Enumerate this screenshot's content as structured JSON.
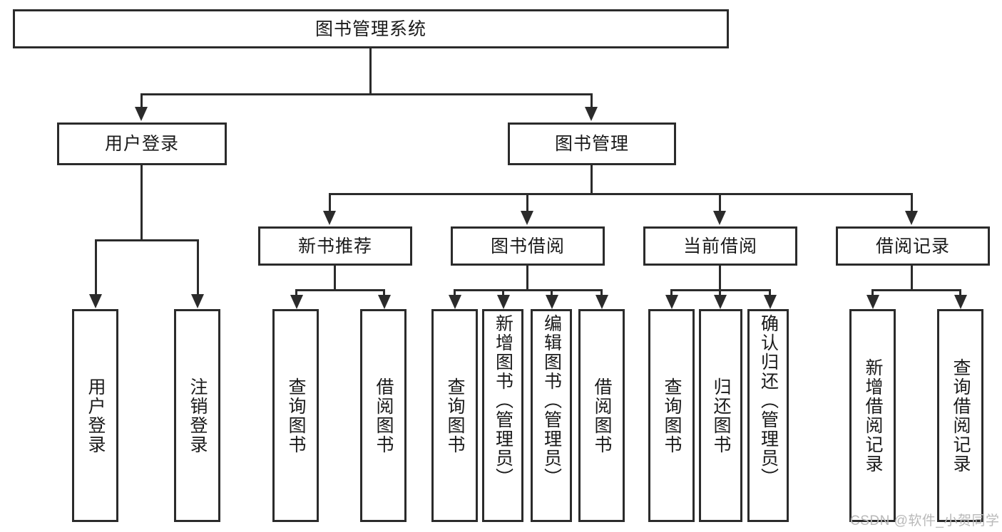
{
  "diagram": {
    "title": "图书管理系统",
    "type": "tree-hierarchy-chart",
    "root": {
      "label": "图书管理系统"
    },
    "level2": [
      {
        "label": "用户登录"
      },
      {
        "label": "图书管理"
      }
    ],
    "level3": [
      {
        "label": "新书推荐"
      },
      {
        "label": "图书借阅"
      },
      {
        "label": "当前借阅"
      },
      {
        "label": "借阅记录"
      }
    ],
    "leaves": {
      "user_login": [
        {
          "label": "用户登录"
        },
        {
          "label": "注销登录"
        }
      ],
      "new_book_recommend": [
        {
          "label": "查询图书"
        },
        {
          "label": "借阅图书"
        }
      ],
      "book_borrow": [
        {
          "label": "查询图书"
        },
        {
          "label": "新增图书（管理员）"
        },
        {
          "label": "编辑图书（管理员）"
        },
        {
          "label": "借阅图书"
        }
      ],
      "current_borrow": [
        {
          "label": "查询图书"
        },
        {
          "label": "归还图书"
        },
        {
          "label": "确认归还（管理员）"
        }
      ],
      "borrow_record": [
        {
          "label": "新增借阅记录"
        },
        {
          "label": "查询借阅记录"
        }
      ]
    }
  },
  "watermark": {
    "text": "CSDN @软件_小贺同学"
  },
  "colors": {
    "stroke": "#2b2b2b",
    "text": "#1a1a1a",
    "background": "#ffffff",
    "watermark": "#b9b9b9"
  }
}
